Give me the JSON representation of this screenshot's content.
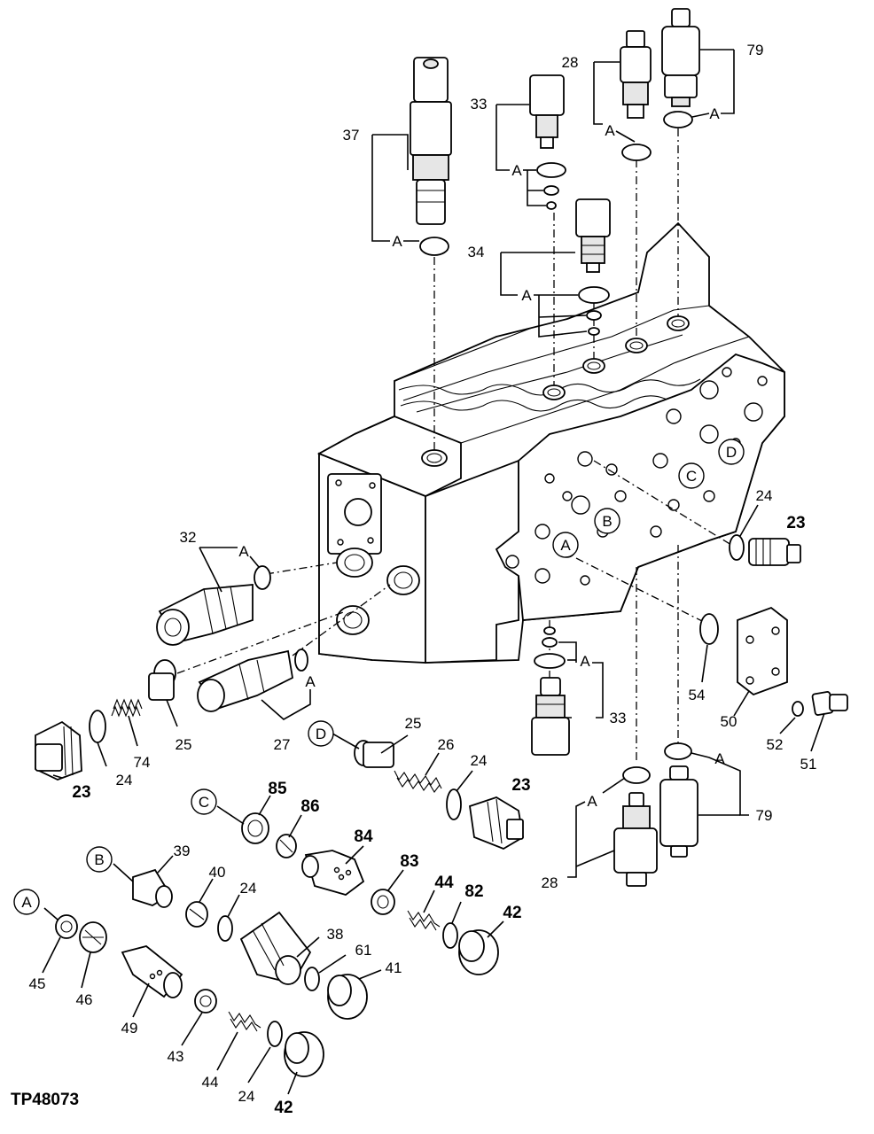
{
  "figure_id": "TP48073",
  "group_letter": "A",
  "port_letters": [
    "A",
    "B",
    "C",
    "D"
  ],
  "part_labels": {
    "p37": "37",
    "p33_top": "33",
    "p28_top": "28",
    "p79_top": "79",
    "p34": "34",
    "p24_r": "24",
    "p23_r": "23",
    "p32": "32",
    "p54": "54",
    "p50": "50",
    "p52": "52",
    "p51": "51",
    "p33_mid": "33",
    "p27": "27",
    "p25_l": "25",
    "p74": "74",
    "p24_l": "24",
    "p23_l": "23",
    "p25_d": "25",
    "p26": "26",
    "p24_d": "24",
    "p23_d": "23",
    "p28_bot": "28",
    "p79_bot": "79",
    "p85": "85",
    "p86": "86",
    "p84": "84",
    "p39": "39",
    "p40": "40",
    "p24_b": "24",
    "p38": "38",
    "p83": "83",
    "p44_r": "44",
    "p82": "82",
    "p42_r": "42",
    "p45": "45",
    "p46": "46",
    "p49": "49",
    "p61": "61",
    "p41": "41",
    "p43": "43",
    "p44_b": "44",
    "p24_bb": "24",
    "p42_b": "42"
  }
}
